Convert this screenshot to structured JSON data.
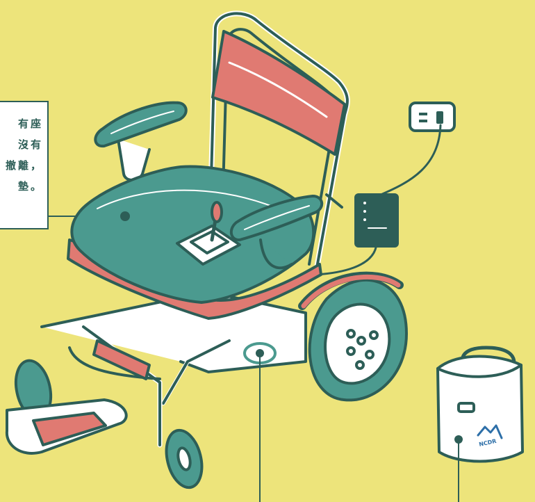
{
  "callout": {
    "lines": [
      "有座",
      "沒有",
      "撤離，",
      "墊。"
    ]
  },
  "kit": {
    "logo_text": "NCDR"
  },
  "colors": {
    "background": "#ede47b",
    "outline": "#2d5e57",
    "teal": "#4b9a8f",
    "red": "#e07a72",
    "white": "#ffffff"
  }
}
